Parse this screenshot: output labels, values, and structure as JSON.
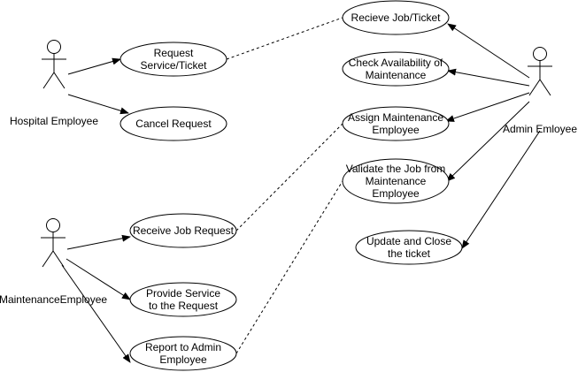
{
  "actors": [
    {
      "id": "hospital",
      "label": "Hospital Employee"
    },
    {
      "id": "maint",
      "label": "MaintenanceEmployee"
    },
    {
      "id": "admin",
      "label": "Admin Emloyee"
    }
  ],
  "use_cases": [
    {
      "id": "uc-request",
      "lines": [
        "Request",
        "Service/Ticket"
      ]
    },
    {
      "id": "uc-cancel",
      "lines": [
        "Cancel Request"
      ]
    },
    {
      "id": "uc-receive-ticket",
      "lines": [
        "Recieve Job/Ticket"
      ]
    },
    {
      "id": "uc-check",
      "lines": [
        "Check Availability of",
        "Maintenance"
      ]
    },
    {
      "id": "uc-assign",
      "lines": [
        "Assign Maintenance",
        "Employee"
      ]
    },
    {
      "id": "uc-validate",
      "lines": [
        "Validate the Job from",
        "Maintenance",
        "Employee"
      ]
    },
    {
      "id": "uc-update",
      "lines": [
        "Update and Close",
        "the ticket"
      ]
    },
    {
      "id": "uc-receive-job",
      "lines": [
        "Receive Job Request"
      ]
    },
    {
      "id": "uc-provide",
      "lines": [
        "Provide Service",
        "to the Request"
      ]
    },
    {
      "id": "uc-report",
      "lines": [
        "Report to Admin",
        "Employee"
      ]
    }
  ],
  "associations": [
    {
      "from": "hospital",
      "to": "uc-request"
    },
    {
      "from": "hospital",
      "to": "uc-cancel"
    },
    {
      "from": "admin",
      "to": "uc-receive-ticket"
    },
    {
      "from": "admin",
      "to": "uc-check"
    },
    {
      "from": "admin",
      "to": "uc-assign"
    },
    {
      "from": "admin",
      "to": "uc-validate"
    },
    {
      "from": "admin",
      "to": "uc-update"
    },
    {
      "from": "maint",
      "to": "uc-receive-job"
    },
    {
      "from": "maint",
      "to": "uc-provide"
    },
    {
      "from": "maint",
      "to": "uc-report"
    }
  ],
  "dependencies": [
    {
      "from": "uc-request",
      "to": "uc-receive-ticket"
    },
    {
      "from": "uc-receive-job",
      "to": "uc-assign"
    },
    {
      "from": "uc-report",
      "to": "uc-validate"
    }
  ],
  "colors": {
    "stroke": "#000000",
    "fill": "#ffffff",
    "text": "#000000"
  }
}
